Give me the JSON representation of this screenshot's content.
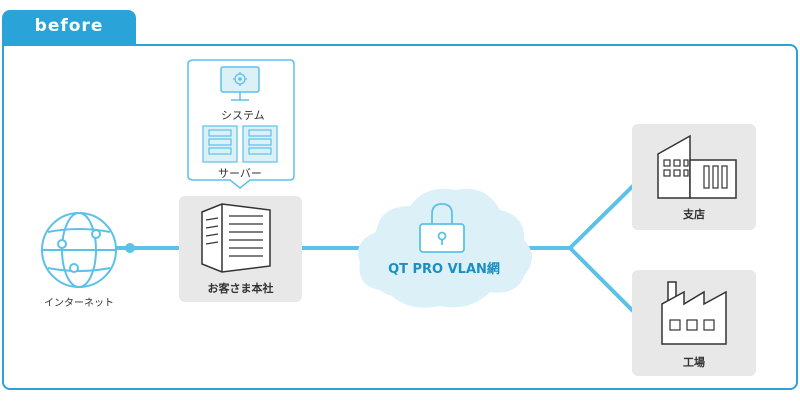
{
  "header": {
    "tab_label": "before"
  },
  "nodes": {
    "internet": "インターネット",
    "hq": "お客さま本社",
    "system": "システム",
    "server": "サーバー",
    "vlan": "QT PRO VLAN網",
    "branch": "支店",
    "factory": "工場"
  },
  "colors": {
    "accent": "#2aa3d8",
    "line": "#5cc1e8",
    "box_gray": "#e8e8e8",
    "cloud": "#dcf0f8",
    "icon_stroke": "#333333"
  }
}
